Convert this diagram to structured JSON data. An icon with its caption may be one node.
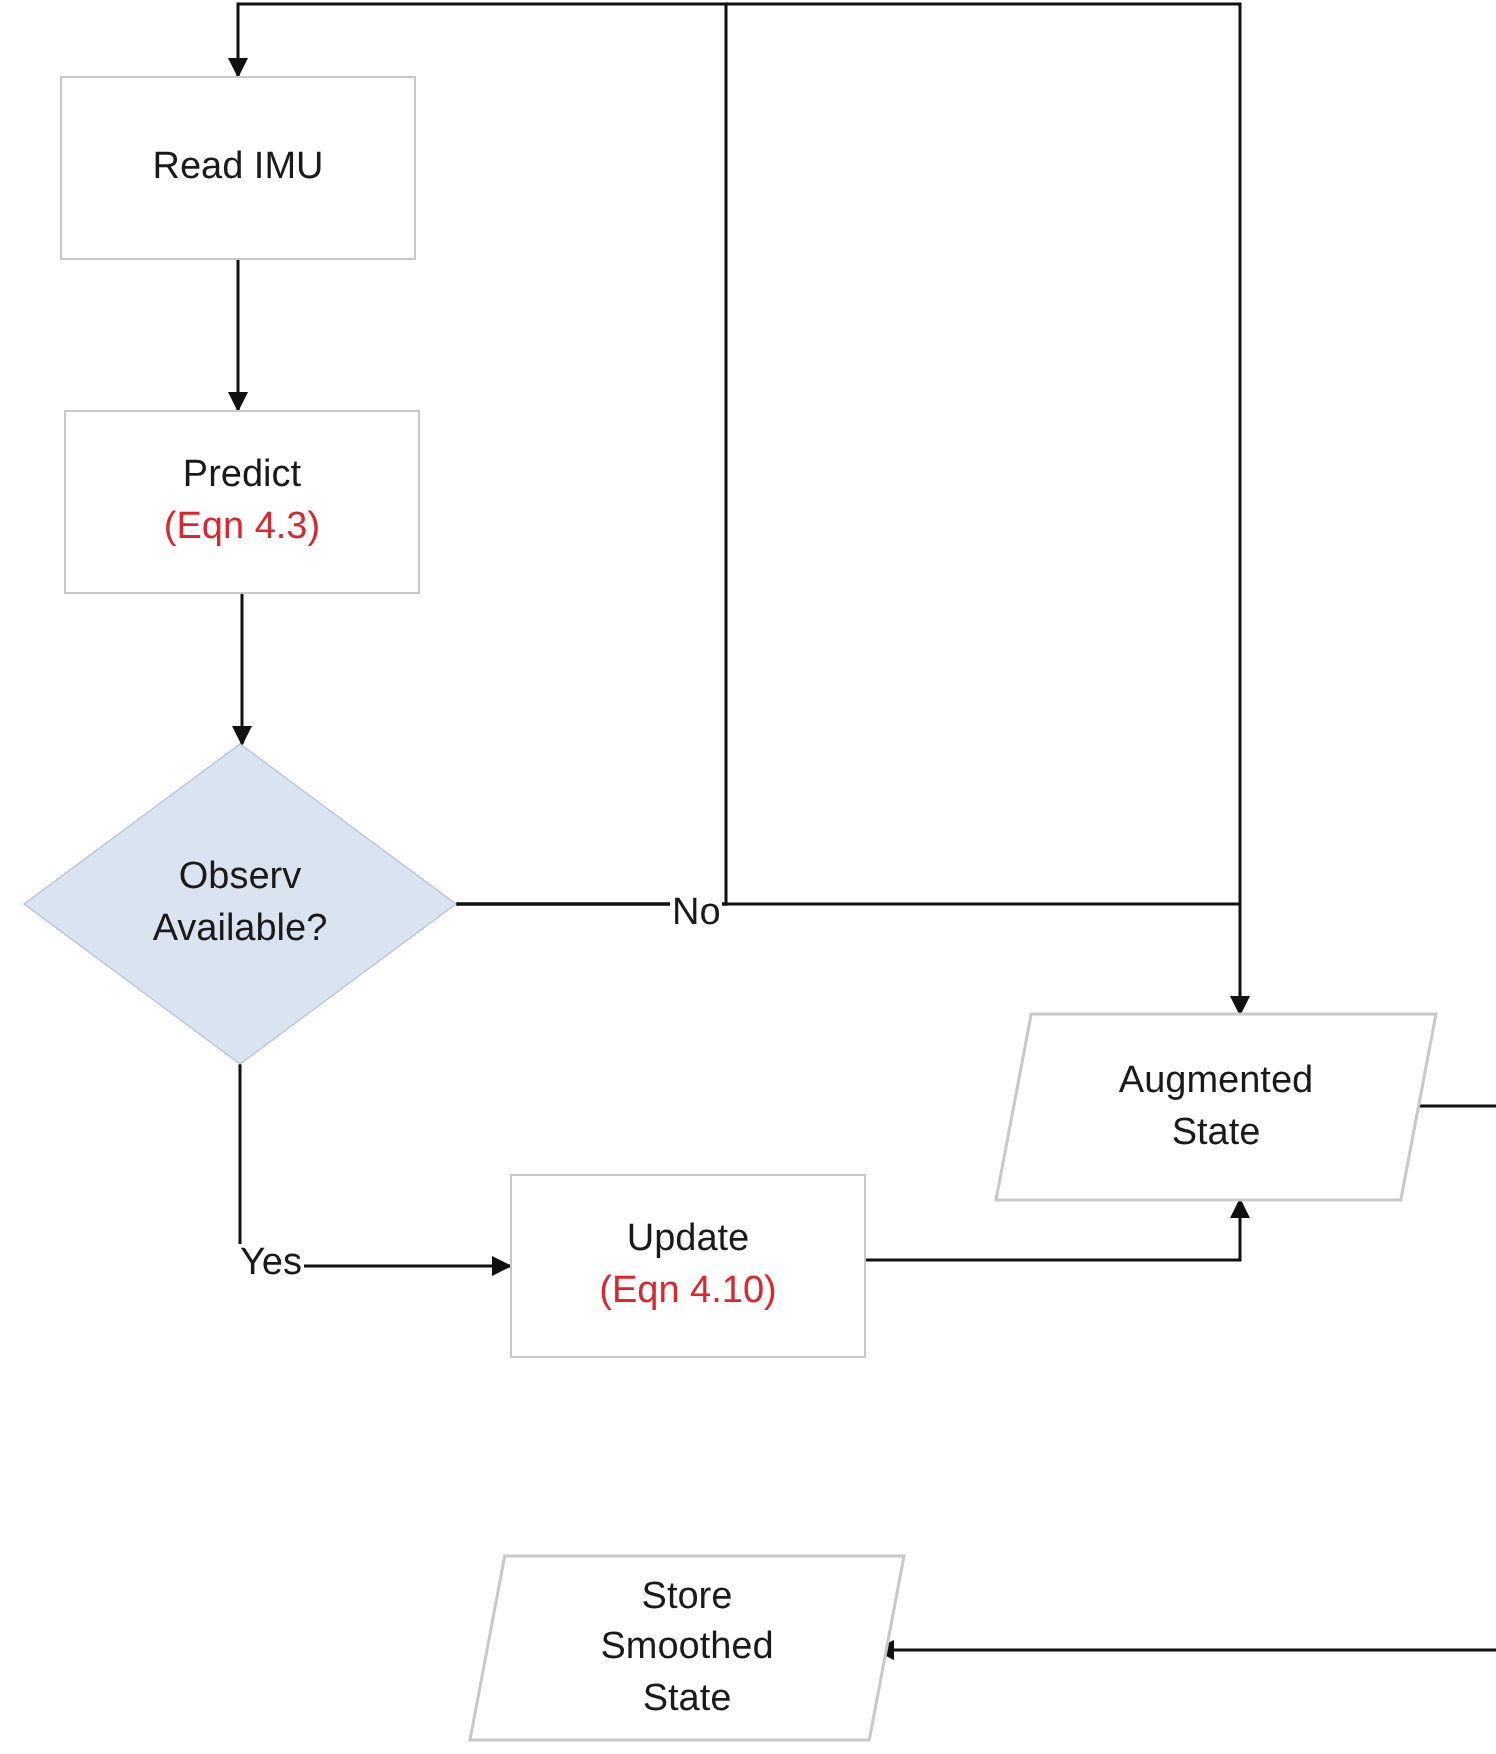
{
  "diagram": {
    "nodes": [
      {
        "text": [
          "Read IMU"
        ]
      },
      {
        "text": [
          "Predict",
          "(Eqn 4.3)"
        ]
      },
      {
        "text": [
          "Observ Available?"
        ]
      },
      {
        "text": [
          "Update",
          "(Eqn 4.10)"
        ]
      },
      {
        "text": [
          "Augmented State"
        ]
      },
      {
        "text": [
          "Store Smoothed State"
        ]
      }
    ],
    "edges": [
      {
        "from": 0,
        "to": 1,
        "arrow": "to"
      },
      {
        "from": 1,
        "to": 2,
        "arrow": "to"
      },
      {
        "from": 2,
        "to": 3,
        "arrow": "to",
        "label": "Yes"
      },
      {
        "from": 2,
        "to": 0,
        "arrow": "to",
        "label": "No"
      },
      {
        "from": 2,
        "to": 4,
        "arrow": "to"
      },
      {
        "from": 3,
        "to": 4,
        "arrow": "to"
      },
      {
        "from": 4,
        "to": null,
        "arrow": "none"
      },
      {
        "from": null,
        "to": 5,
        "arrow": "to"
      }
    ]
  }
}
